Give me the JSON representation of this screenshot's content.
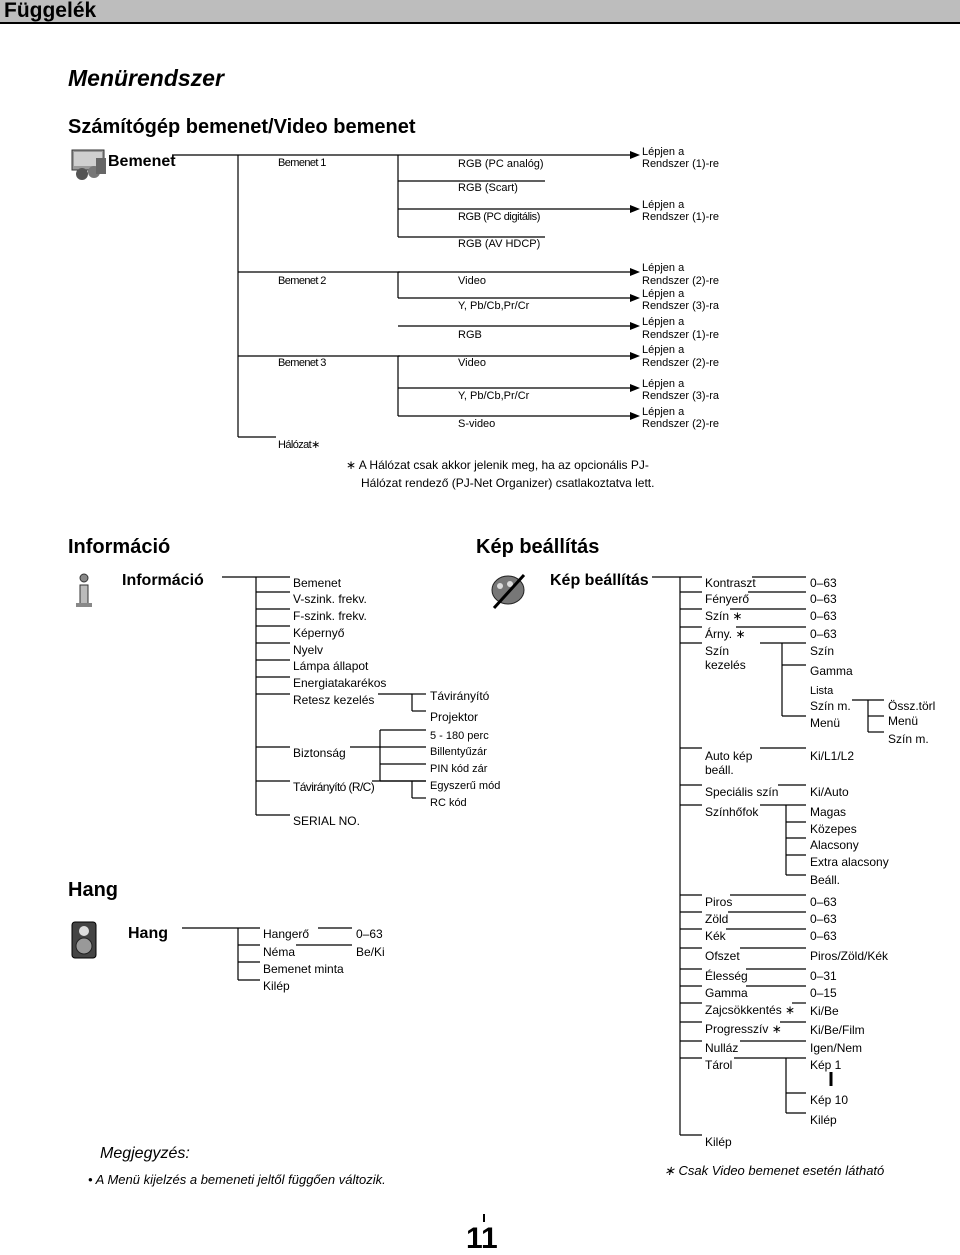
{
  "header": {
    "title": "Függelék"
  },
  "menu_title": "Menürendszer",
  "input": {
    "section_title": "Számítógép bemenet/Video bemenet",
    "root": "Bemenet",
    "b1": "Bemenet 1",
    "b2": "Bemenet 2",
    "b3": "Bemenet 3",
    "halozat": "Hálózat",
    "rgb_pc_analog": "RGB (PC analóg)",
    "rgb_scart": "RGB (Scart)",
    "rgb_pc_digital": "RGB (PC digitális)",
    "rgb_av_hdcp": "RGB (AV HDCP)",
    "video": "Video",
    "ypb": "Y, Pb/Cb,Pr/Cr",
    "rgb": "RGB",
    "video2": "Video",
    "ypb2": "Y, Pb/Cb,Pr/Cr",
    "svideo": "S-video",
    "step": "Lépjen a",
    "sys1": "Rendszer (1)-re",
    "sys2": "Rendszer (2)-re",
    "sys3": "Rendszer (3)-ra",
    "note1": "A Hálózat csak akkor jelenik meg, ha az opcionális PJ-",
    "note2": "Hálózat rendező (PJ-Net Organizer) csatlakoztatva lett."
  },
  "info": {
    "section_title": "Információ",
    "root": "Információ",
    "items": [
      "Bemenet",
      "V-szink. frekv.",
      "F-szink. frekv.",
      "Képernyő",
      "Nyelv",
      "Lámpa állapot",
      "Energiatakarékos",
      "Retesz kezelés",
      "Biztonság",
      "Távirányító (R/C)",
      "SERIAL NO."
    ],
    "retesz_sub": [
      "Távirányító",
      "Projektor"
    ],
    "biz_sub": [
      "5 - 180 perc",
      "Billentyűzár",
      "PIN  kód  zár",
      "Egyszerű mód",
      "RC kód"
    ]
  },
  "hang": {
    "section_title": "Hang",
    "root": "Hang",
    "items": [
      "Hangerő",
      "Néma",
      "Bemenet minta",
      "Kilép"
    ],
    "values": [
      "0–63",
      "Be/Ki"
    ]
  },
  "kep": {
    "section_title": "Kép beállítás",
    "root": "Kép beállítás",
    "items": [
      "Kontraszt",
      "Fényerő",
      "Szín",
      "Árny.",
      "Szín",
      "kezelés",
      "Auto kép",
      "beáll.",
      "Speciális szín",
      "Színhőfok",
      "Piros",
      "Zöld",
      "Kék",
      "Ofszet",
      "Élesség",
      "Gamma",
      "Zajcsökkentés",
      "Progresszív",
      "Nulláz",
      "Tárol",
      "Kilép"
    ],
    "values": [
      "0–63",
      "0–63",
      "0–63",
      "0–63",
      "Szín",
      "Gamma",
      "Lista",
      "Szín m.",
      "Menü",
      "Ki/L1/L2",
      "Ki/Auto",
      "Magas",
      "Közepes",
      "Alacsony",
      "Extra alacsony",
      "Beáll.",
      "0–63",
      "0–63",
      "0–63",
      "Piros/Zöld/Kék",
      "0–31",
      "0–15",
      "Ki/Be",
      "Ki/Be/Film",
      "Igen/Nem",
      "Kép 1",
      "Kép 10",
      "Kilép"
    ],
    "lista_sub": [
      "Össz.törl",
      "Menü",
      "Szín m."
    ],
    "footnote": "Csak Video bemenet esetén látható"
  },
  "note": {
    "title": "Megjegyzés:",
    "bullet": "• A Menü kijelzés a bemeneti jeltől függően változik."
  },
  "page_number": "11",
  "asterisk": "∗"
}
